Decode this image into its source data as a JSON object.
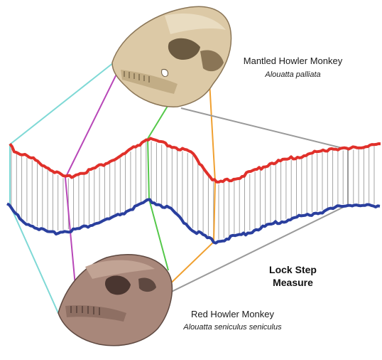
{
  "top_specimen": {
    "common_name": "Mantled Howler Monkey",
    "latin_name": "Alouatta palliata"
  },
  "bottom_specimen": {
    "common_name": "Red Howler Monkey",
    "latin_name": "Alouatta seniculus seniculus"
  },
  "method_title": {
    "line1": "Lock Step",
    "line2": "Measure"
  },
  "colors": {
    "top_series": "#e0302a",
    "bottom_series": "#2a3f9e",
    "alignment_lines": "#9a9a9a",
    "connector_cyan": "#7fd9d6",
    "connector_magenta": "#b847b8",
    "connector_green": "#55c84a",
    "connector_orange": "#f0a030",
    "connector_gray": "#9a9a9a",
    "skull_top": "#d9c6a3",
    "skull_bottom": "#a8877a"
  }
}
